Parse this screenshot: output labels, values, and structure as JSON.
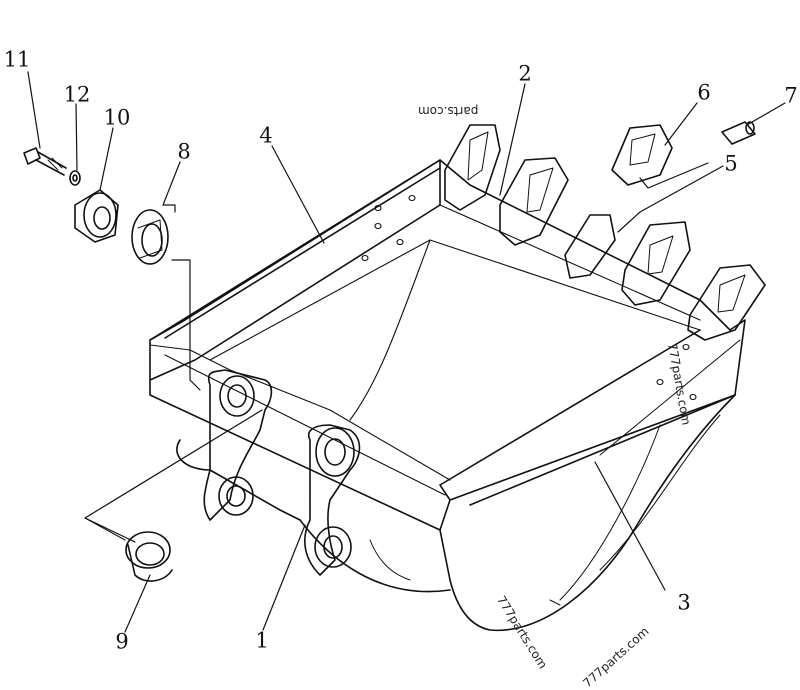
{
  "part_labels": {
    "p1": "1",
    "p2": "2",
    "p3": "3",
    "p4": "4",
    "p5": "5",
    "p6": "6",
    "p7": "7",
    "p8": "8",
    "p9": "9",
    "p10": "10",
    "p11": "11",
    "p12": "12"
  },
  "watermarks": {
    "top": "parts.com",
    "right": "777parts.com",
    "bottom_left": "777parts.com",
    "bottom_right": "777parts.com"
  }
}
